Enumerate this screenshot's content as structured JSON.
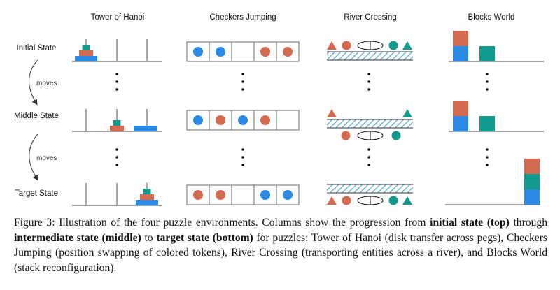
{
  "colors": {
    "blue": "#2a8ae6",
    "orange": "#d46a4f",
    "teal": "#139a8e",
    "line": "#6b6b6b",
    "hatch": "#6cb6d6",
    "dot": "#111111"
  },
  "columns": [
    {
      "id": "hanoi",
      "title": "Tower of Hanoi"
    },
    {
      "id": "checkers",
      "title": "Checkers Jumping"
    },
    {
      "id": "river",
      "title": "River Crossing"
    },
    {
      "id": "blocks",
      "title": "Blocks World"
    }
  ],
  "rows": [
    {
      "id": "initial",
      "label": "Initial State"
    },
    {
      "id": "middle",
      "label": "Middle State"
    },
    {
      "id": "target",
      "label": "Target State"
    }
  ],
  "transitions": [
    {
      "label": "moves"
    },
    {
      "label": "moves"
    }
  ],
  "states": {
    "hanoi": {
      "pegs": 3,
      "initial": [
        [
          "large-blue",
          "medium-orange",
          "small-teal"
        ],
        [],
        []
      ],
      "middle": [
        [],
        [
          "medium-orange",
          "small-teal"
        ],
        [
          "large-blue"
        ]
      ],
      "target": [
        [],
        [],
        [
          "large-blue",
          "medium-orange",
          "small-teal"
        ]
      ]
    },
    "checkers": {
      "initial": [
        "blue",
        "blue",
        "",
        "orange",
        "orange"
      ],
      "middle": [
        "blue",
        "orange",
        "blue",
        "orange",
        ""
      ],
      "target": [
        "orange",
        "orange",
        "",
        "blue",
        "blue"
      ]
    },
    "river": {
      "initial": {
        "top": [
          "orange-triangle",
          "orange-circle",
          "boat",
          "teal-circle",
          "teal-triangle"
        ],
        "bottom": []
      },
      "middle": {
        "top": [
          "orange-triangle",
          "teal-triangle"
        ],
        "bottom": [
          "orange-circle",
          "boat",
          "teal-circle"
        ]
      },
      "target": {
        "top": [],
        "bottom": [
          "orange-triangle",
          "orange-circle",
          "boat",
          "teal-circle",
          "teal-triangle"
        ]
      }
    },
    "blocks": {
      "initial": [
        [
          "blue",
          "orange"
        ],
        [
          "teal"
        ],
        []
      ],
      "middle": [
        [
          "blue",
          "orange"
        ],
        [
          "teal"
        ],
        []
      ],
      "target": [
        [],
        [],
        [
          "blue",
          "teal",
          "orange"
        ]
      ]
    }
  },
  "caption": {
    "prefix": "Figure 3: Illustration of the four puzzle environments. Columns show the progression from ",
    "b1": "initial state (top)",
    "t1": " through ",
    "b2": "intermediate state (middle)",
    "t2": " to ",
    "b3": "target state (bottom)",
    "suffix": " for puzzles: Tower of Hanoi (disk transfer across pegs), Checkers Jumping (position swapping of colored tokens), River Crossing (transporting entities across a river), and Blocks World (stack reconfiguration)."
  }
}
